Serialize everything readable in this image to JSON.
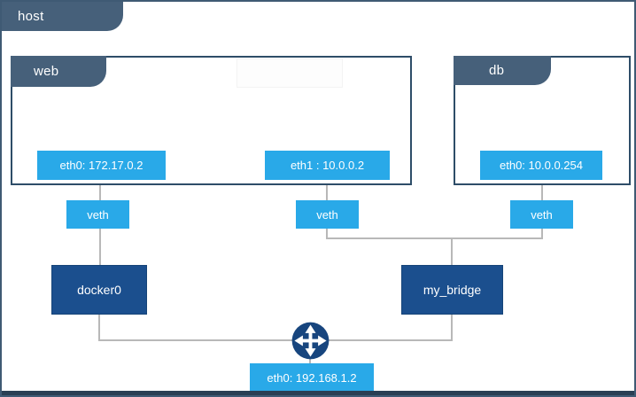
{
  "host": {
    "label": "host",
    "interface": {
      "label": "eth0: 192.168.1.2"
    }
  },
  "containers": [
    {
      "label": "web",
      "interfaces": [
        {
          "label": "eth0: 172.17.0.2"
        },
        {
          "label": "eth1 : 10.0.0.2"
        }
      ]
    },
    {
      "label": "db",
      "interfaces": [
        {
          "label": "eth0: 10.0.0.254"
        }
      ]
    }
  ],
  "veths": [
    {
      "label": "veth"
    },
    {
      "label": "veth"
    },
    {
      "label": "veth"
    }
  ],
  "bridges": [
    {
      "label": "docker0"
    },
    {
      "label": "my_bridge"
    }
  ],
  "icons": [
    {
      "name": "router-icon",
      "shape": "navy circle with four white outward arrows"
    }
  ],
  "colors": {
    "tab_slate": "#46607a",
    "container_border": "#2e4d68",
    "interface_blue": "#29a9e8",
    "bridge_navy": "#1b4f8e",
    "router_navy": "#17457e",
    "line_gray": "#b8b8b8",
    "host_border": "#3f5a74",
    "bottom_bar": "#2a3f54",
    "background": "#ffffff",
    "text_light": "#ffffff"
  }
}
